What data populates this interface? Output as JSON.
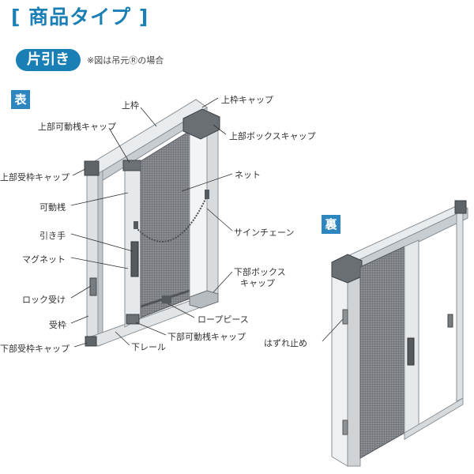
{
  "header": {
    "title": "[ 商品タイプ ]"
  },
  "type_badge": "片引き",
  "note": "※図は吊元Ⓡの場合",
  "front_label": "表",
  "back_label": "裏",
  "labels": {
    "top_frame": "上枠",
    "top_frame_cap": "上枠キャップ",
    "upper_movable_rail_cap": "上部可動桟キャップ",
    "upper_box_cap": "上部ボックスキャップ",
    "upper_receiver_frame_cap": "上部受枠キャップ",
    "net": "ネット",
    "movable_rail": "可動桟",
    "handle": "引き手",
    "sign_chain": "サインチェーン",
    "magnet": "マグネット",
    "lower_box_cap_line1": "下部ボックス",
    "lower_box_cap_line2": "キャップ",
    "lock_receiver": "ロック受け",
    "rope_piece": "ロープピース",
    "receiver_frame": "受枠",
    "lower_movable_rail_cap": "下部可動桟キャップ",
    "lower_receiver_frame_cap": "下部受枠キャップ",
    "bottom_rail": "下レール",
    "stopper": "はずれ止め"
  }
}
